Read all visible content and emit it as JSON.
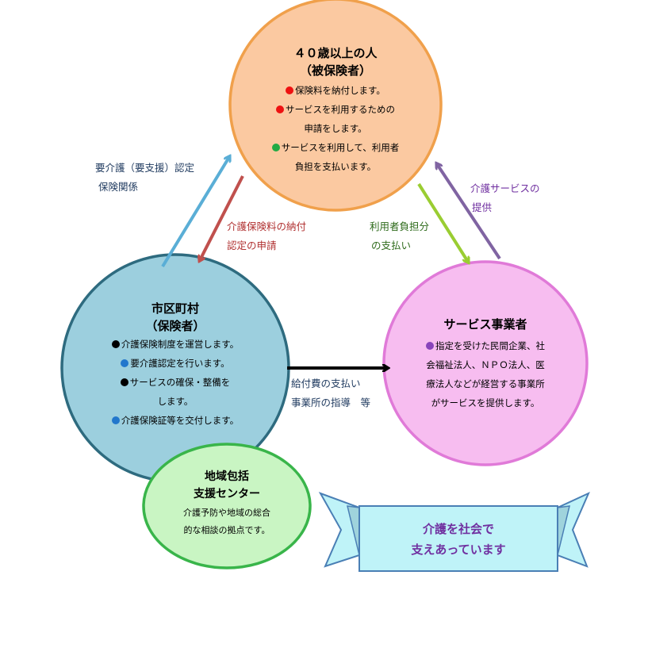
{
  "colors": {
    "insured_fill": "#fbc9a1",
    "insured_stroke": "#f0a04b",
    "municipality_fill": "#9ccfde",
    "municipality_stroke": "#2e6b7f",
    "provider_fill": "#f7bdf0",
    "provider_stroke": "#e07ad8",
    "center_fill": "#c9f5c3",
    "center_stroke": "#39b54a",
    "banner_fill": "#bff3f8",
    "banner_stroke": "#4a7fb5",
    "dot_red": "#ee1111",
    "dot_green": "#22aa44",
    "dot_blue": "#2277cc",
    "dot_black": "#000000",
    "dot_purple": "#8844bb",
    "arrow_blue": "#5aaed6",
    "arrow_red": "#c0504d",
    "arrow_green": "#9acd32",
    "arrow_purple": "#8064a2",
    "arrow_black": "#000000",
    "label_dark_blue": "#1f3a5f",
    "label_red": "#b03030",
    "label_dark_green": "#2d6a1a",
    "label_purple": "#7030a0"
  },
  "insured": {
    "title1": "４０歳以上の人",
    "title2": "（被保険者）",
    "items": [
      {
        "dot": "red",
        "text": "保険料を納付します。"
      },
      {
        "dot": "red",
        "text": "サービスを利用するための"
      },
      {
        "dot": "",
        "text": "申請をします。"
      },
      {
        "dot": "green",
        "text": "サービスを利用して、利用者"
      },
      {
        "dot": "",
        "text": "負担を支払います。"
      }
    ]
  },
  "municipality": {
    "title1": "市区町村",
    "title2": "（保険者）",
    "items": [
      {
        "dot": "black",
        "text": "介護保険制度を運営します。"
      },
      {
        "dot": "blue",
        "text": "要介護認定を行います。"
      },
      {
        "dot": "black",
        "text": "サービスの確保・整備を"
      },
      {
        "dot": "",
        "text": "します。"
      },
      {
        "dot": "blue",
        "text": "介護保険証等を交付します。"
      }
    ]
  },
  "provider": {
    "title": "サービス事業者",
    "items": [
      {
        "dot": "purple",
        "text": "指定を受けた民間企業、社"
      },
      {
        "dot": "",
        "text": "会福祉法人、ＮＰＯ法人、医"
      },
      {
        "dot": "",
        "text": "療法人などが経営する事業所"
      },
      {
        "dot": "",
        "text": "がサービスを提供します。"
      }
    ]
  },
  "center": {
    "title1": "地域包括",
    "title2": "支援センター",
    "line1": "介護予防や地域の総合",
    "line2": "的な相談の拠点です。"
  },
  "banner": {
    "line1": "介護を社会で",
    "line2": "支えあっています"
  },
  "labels": {
    "certification": [
      "要介護（要支援）認定",
      "保険関係"
    ],
    "premium": [
      "介護保険料の納付",
      "認定の申請"
    ],
    "copay": [
      "利用者負担分",
      "の支払い"
    ],
    "care_service": [
      "介護サービスの",
      "提供"
    ],
    "payment": [
      "給付費の支払い",
      "事業所の指導　等"
    ]
  }
}
